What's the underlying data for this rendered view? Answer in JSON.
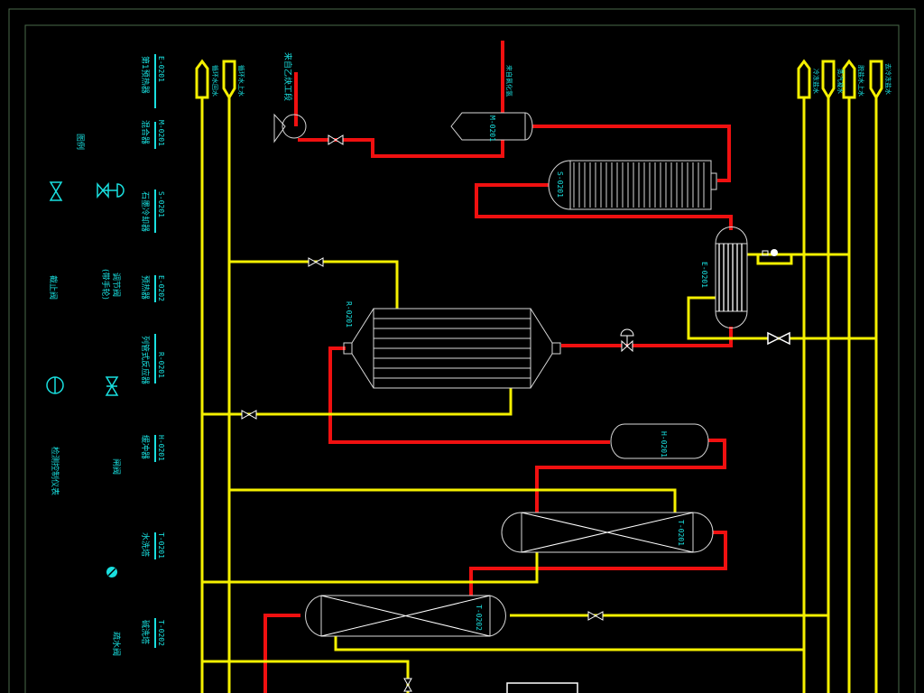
{
  "equipment_list": [
    {
      "tag": "E-0201",
      "name": "第1预热器"
    },
    {
      "tag": "M-0201",
      "name": "混合器"
    },
    {
      "tag": "S-0201",
      "name": "石墨冷却器"
    },
    {
      "tag": "E-0202",
      "name": "预热器"
    },
    {
      "tag": "R-0201",
      "name": "列管式反应器"
    },
    {
      "tag": "H-0201",
      "name": "缓冲器"
    },
    {
      "tag": "T-0201",
      "name": "水洗塔"
    },
    {
      "tag": "T-0202",
      "name": "碱洗塔"
    }
  ],
  "legend": {
    "title": "图例",
    "items": {
      "globe_valve": "截止阀",
      "control_valve": "调节阀",
      "control_valve_note": "(带手轮)",
      "instrument": "检测控制仪表",
      "gate_valve": "闸阀",
      "steam_trap": "疏水阀"
    }
  },
  "streams": {
    "cw_return": "循环水回水",
    "cw_supply": "循环水上水",
    "from_acetylene": "来自乙炔工段",
    "from_hcl": "来自氯化氢",
    "right_1": "冷冻盐水",
    "right_2": "蒸汽凝水",
    "right_3": "脱盐水上水",
    "right_4": "去冷冻盐水"
  },
  "diagram_tags": {
    "mixer": "M-0201",
    "cooler": "S-0201",
    "preheater": "E-0201",
    "reactor": "R-0201",
    "buffer": "H-0201",
    "wash_tower": "T-0201",
    "caustic_tower": "T-0202"
  },
  "colors": {
    "process": "#f01010",
    "utility": "#f5f000",
    "text": "#19e0e0",
    "equipment": "#d8d8d8"
  }
}
